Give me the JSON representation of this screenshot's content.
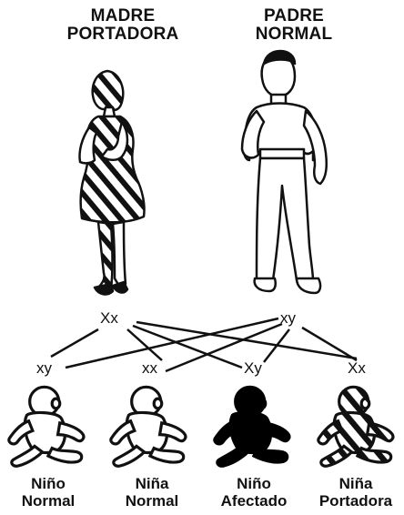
{
  "parents": {
    "mother": {
      "line1": "MADRE",
      "line2": "PORTADORA",
      "genotype": "Xx"
    },
    "father": {
      "line1": "PADRE",
      "line2": "NORMAL",
      "genotype": "xy"
    }
  },
  "children": [
    {
      "genotype": "xy",
      "line1": "Niño",
      "line2": "Normal"
    },
    {
      "genotype": "xx",
      "line1": "Niña",
      "line2": "Normal"
    },
    {
      "genotype": "Xy",
      "line1": "Niño",
      "line2": "Afectado"
    },
    {
      "genotype": "Xx",
      "line1": "Niña",
      "line2": "Portadora"
    }
  ],
  "colors": {
    "ink": "#111111",
    "affected": "#000000",
    "background": "#ffffff"
  }
}
